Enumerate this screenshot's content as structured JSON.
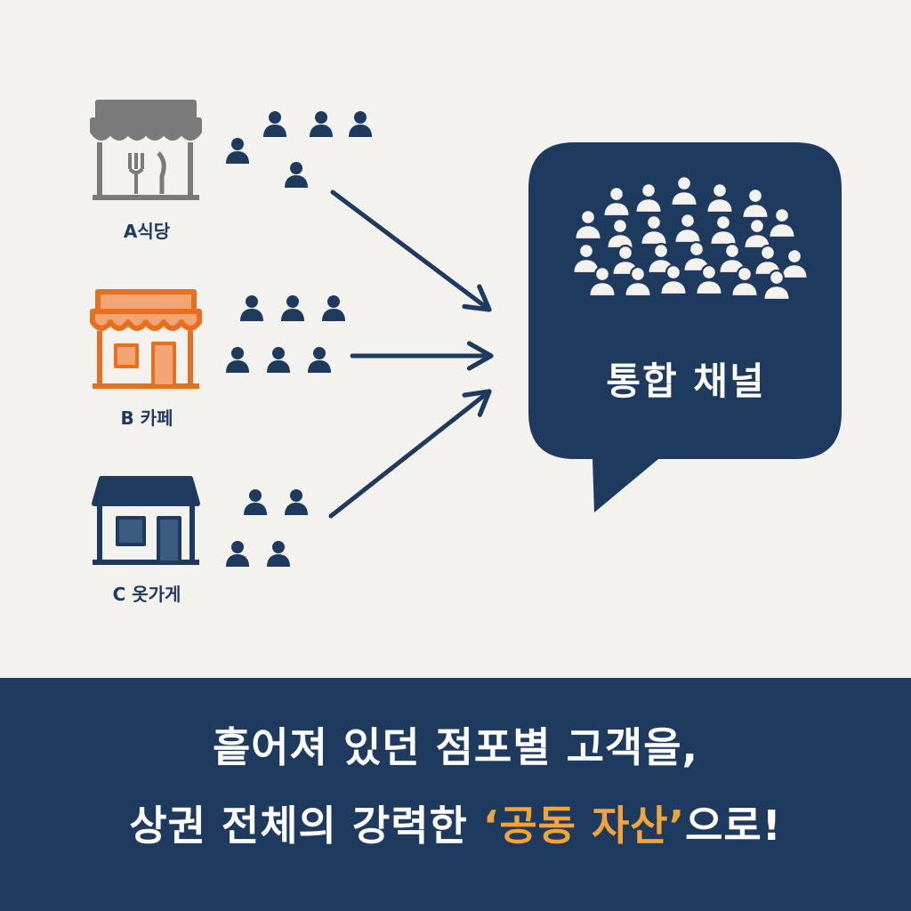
{
  "stores": [
    {
      "label": "A식당",
      "icon": "restaurant-store-icon",
      "color": "#7a7a7a"
    },
    {
      "label": "B 카페",
      "icon": "cafe-store-icon",
      "color": "#e8701c"
    },
    {
      "label": "C 옷가게",
      "icon": "clothing-store-icon",
      "color": "#1e3a5f"
    }
  ],
  "channel": {
    "label": "통합 채널",
    "color": "#1e3a5f"
  },
  "banner": {
    "line1": "흩어져 있던 점포별 고객을,",
    "line2_prefix": "상권 전체의 강력한 ",
    "line2_highlight": "‘공동 자산’",
    "line2_suffix": "으로!",
    "highlight_color": "#f0a43a"
  },
  "colors": {
    "navy": "#1e3a5f",
    "background": "#f3f2ee"
  }
}
